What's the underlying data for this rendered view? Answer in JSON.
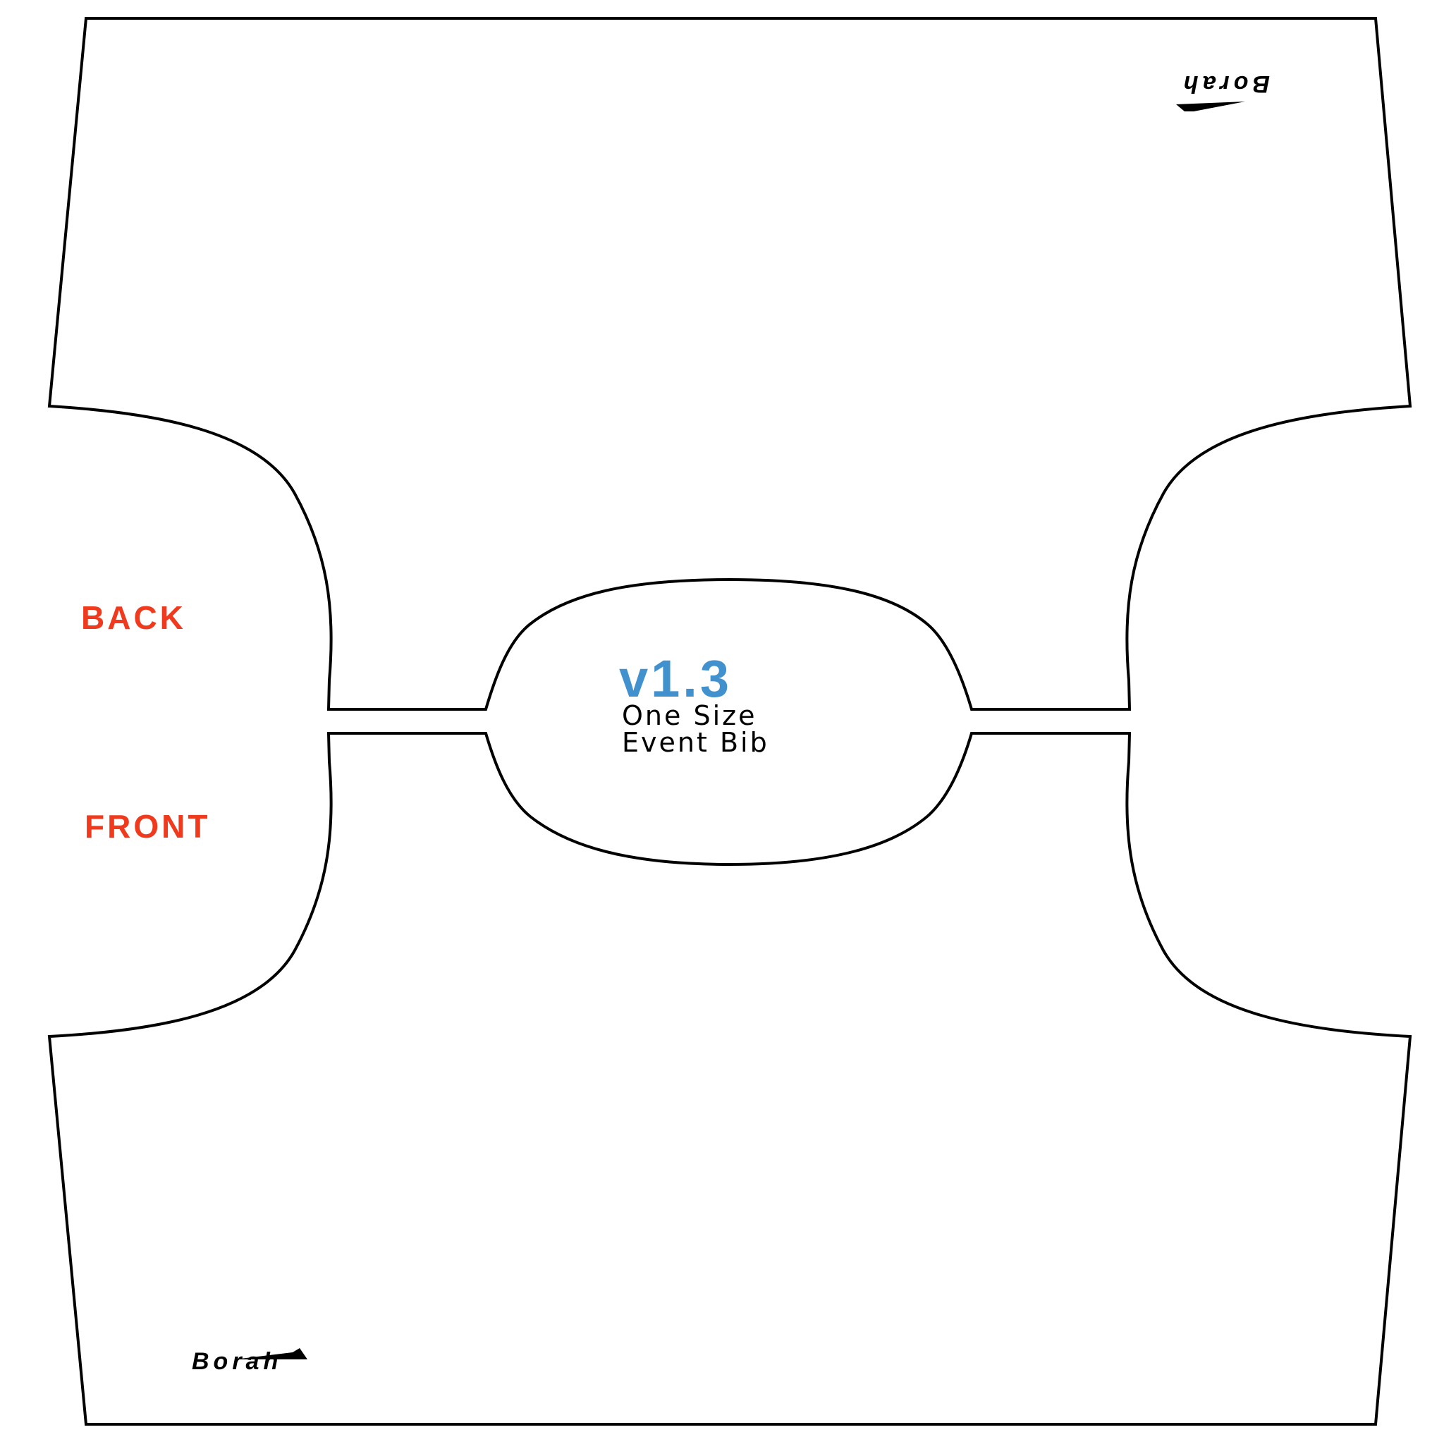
{
  "labels": {
    "back": "BACK",
    "front": "FRONT"
  },
  "center": {
    "version": "v1.3",
    "line1": "One Size",
    "line2": "Event Bib"
  },
  "brand": {
    "top": "Borah",
    "bottom": "Borah"
  },
  "colors": {
    "side_label": "#f03a1e",
    "version": "#4191cf",
    "outline": "#000000",
    "text": "#000000"
  },
  "icons": {
    "logo": "borah-logo-icon"
  }
}
